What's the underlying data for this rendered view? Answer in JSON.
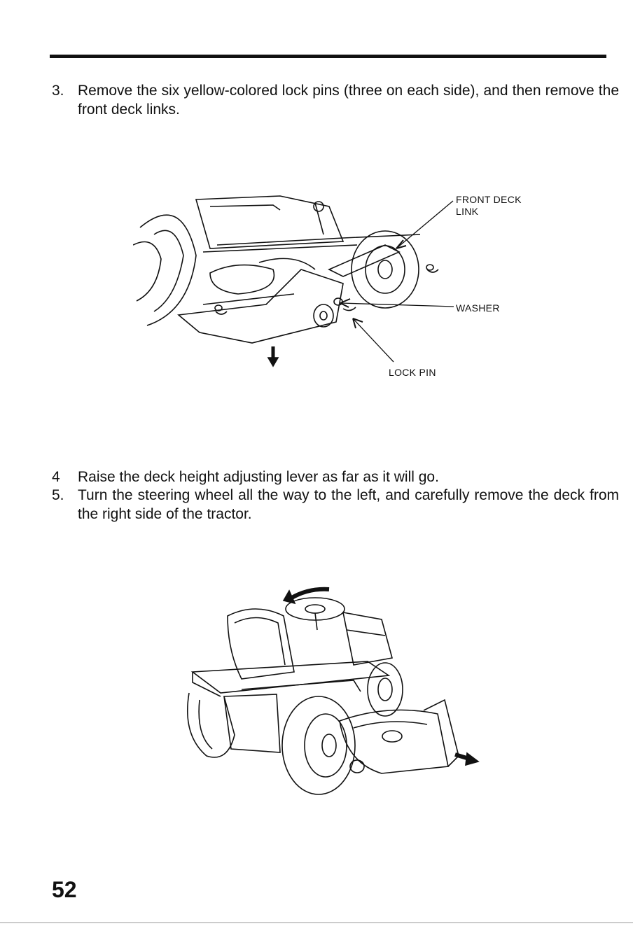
{
  "steps": [
    {
      "number": "3.",
      "text": "Remove the six yellow-colored lock pins (three on each side), and then remove the front deck links."
    },
    {
      "number": "4",
      "text": "Raise the deck height adjusting lever as far as it will go."
    },
    {
      "number": "5.",
      "text": "Turn the steering wheel all the way to the left, and carefully remove the deck from the right side of the tractor."
    }
  ],
  "figure1": {
    "labels": {
      "front_deck_link_line1": "FRONT DECK",
      "front_deck_link_line2": "LINK",
      "washer": "WASHER",
      "lock_pin": "LOCK PIN"
    }
  },
  "page_number": "52"
}
